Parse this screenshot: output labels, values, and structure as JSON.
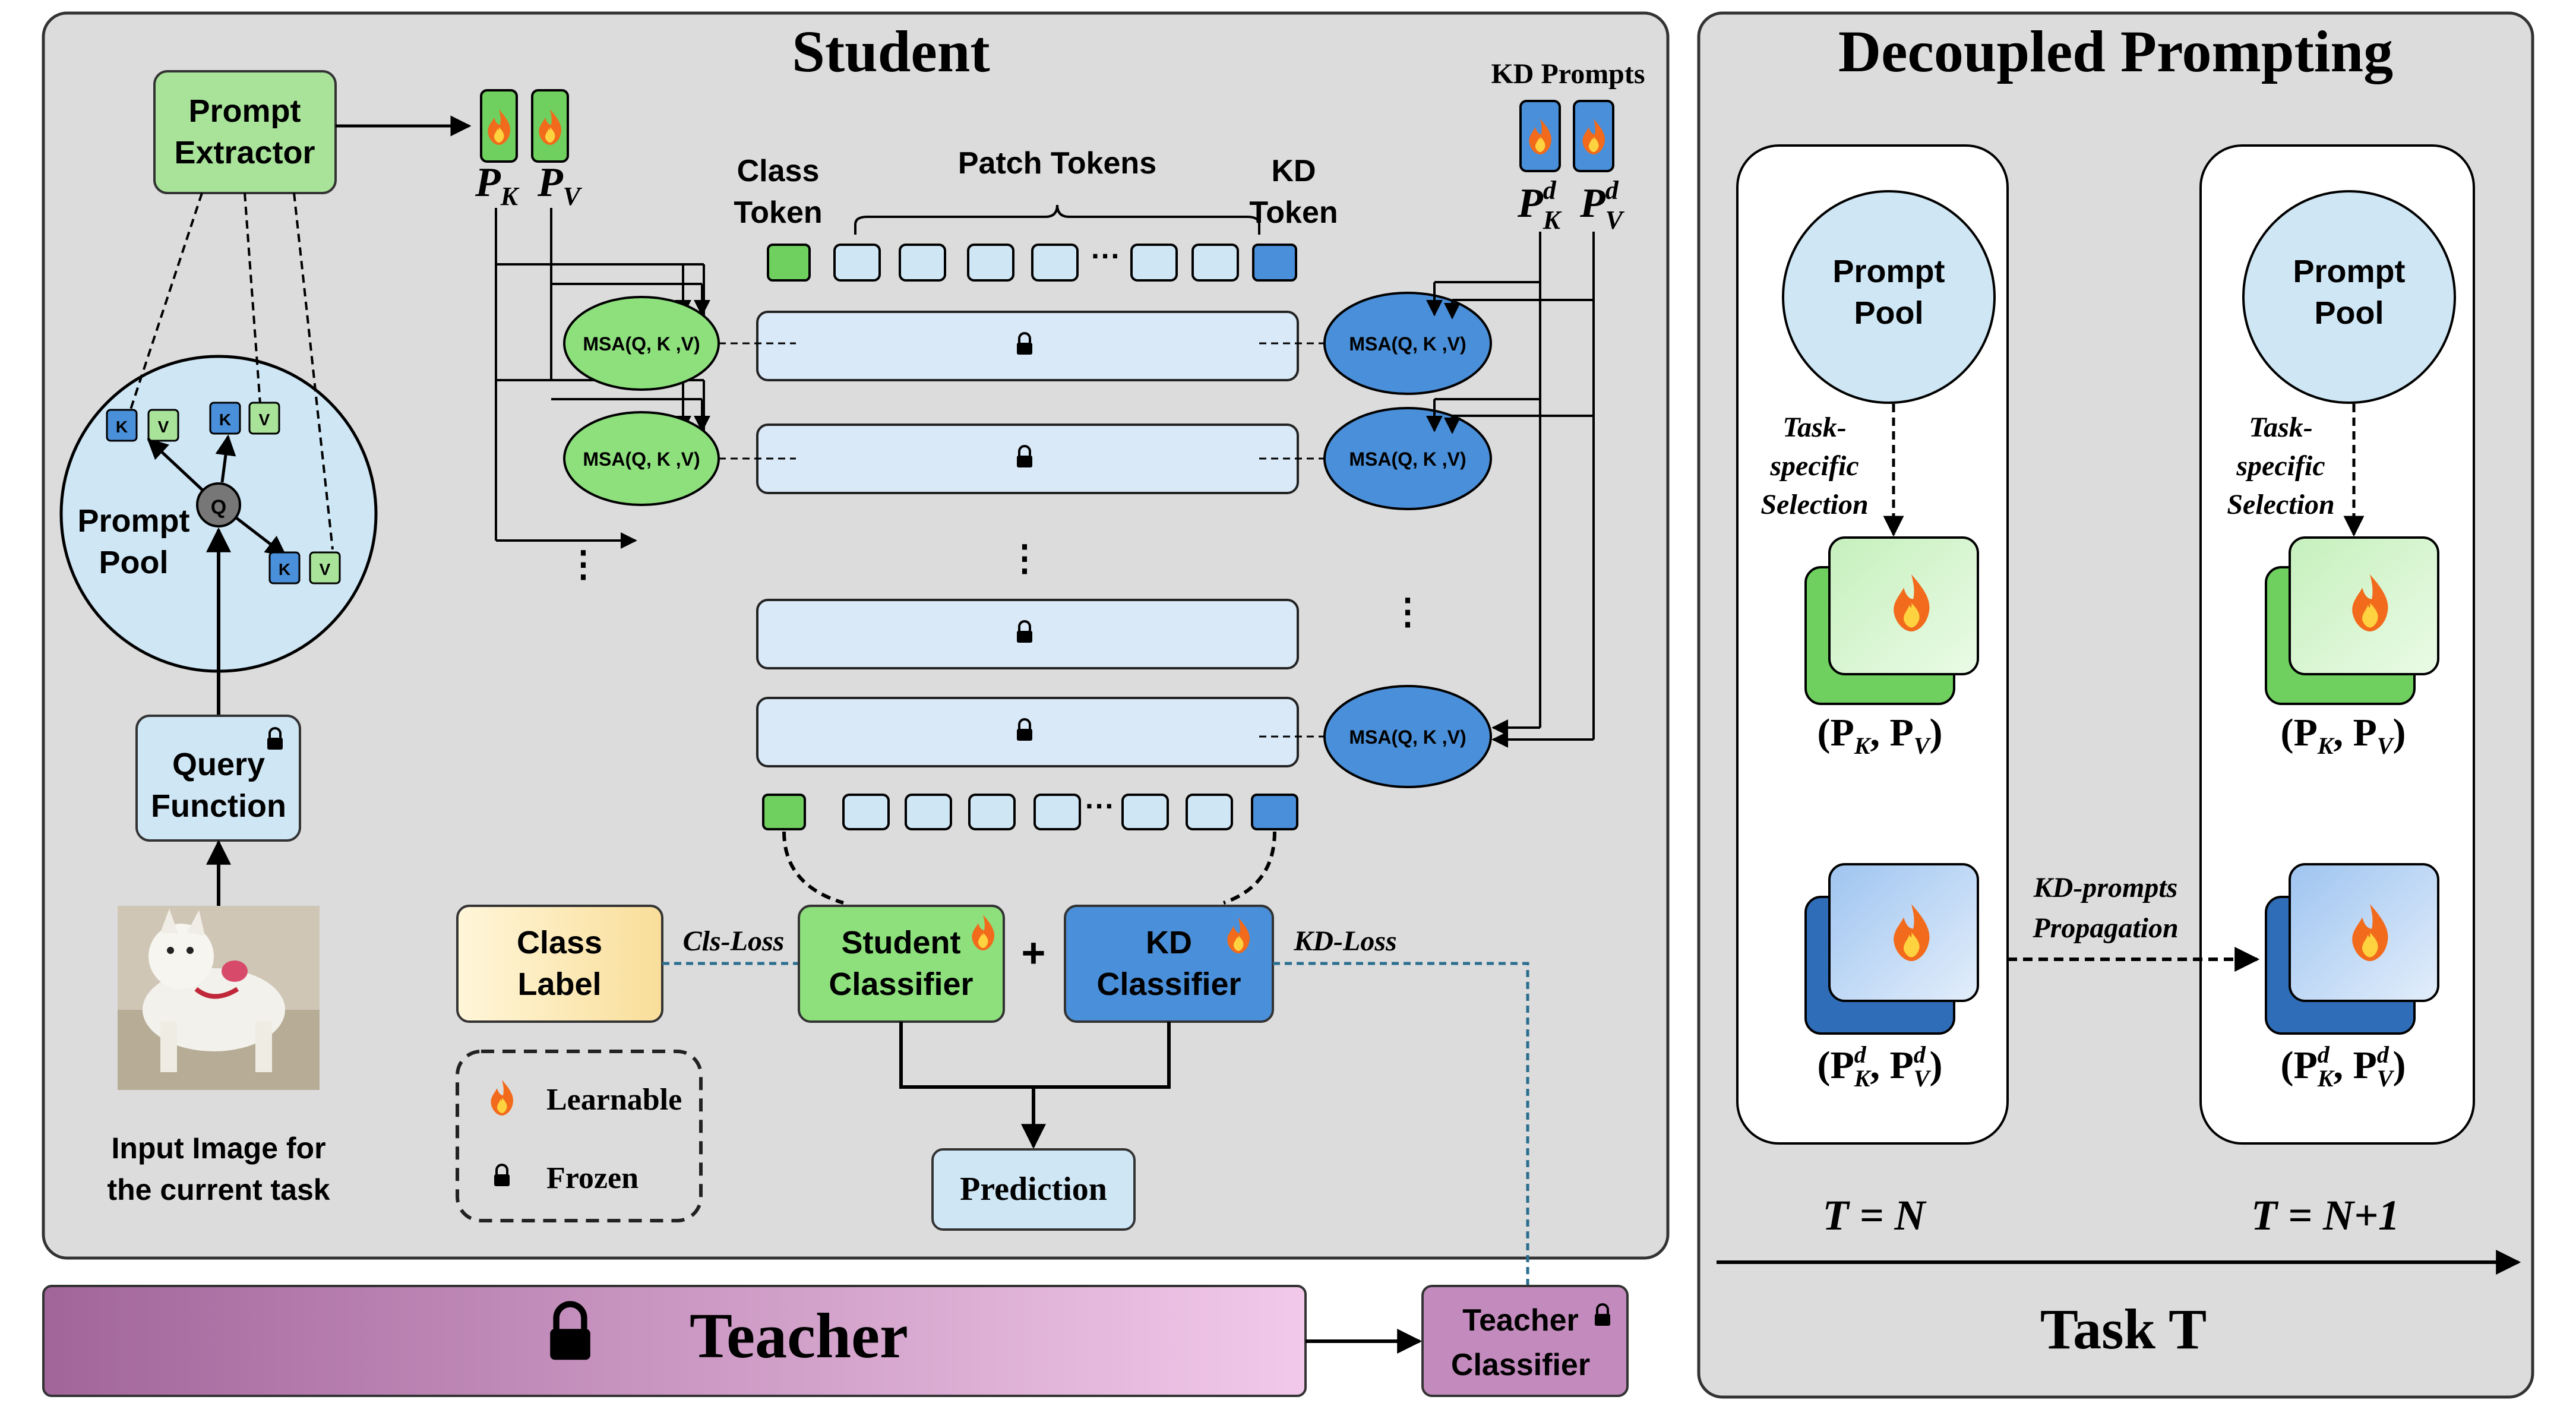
{
  "student": {
    "title": "Student"
  },
  "decoupled": {
    "title": "Decoupled Prompting",
    "task_axis_label": "Task T",
    "time_labels": [
      "T = N",
      "T = N+1"
    ]
  },
  "teacher": {
    "title": "Teacher",
    "classifier_line1": "Teacher",
    "classifier_line2": "Classifier"
  },
  "prompt_extractor": {
    "line1": "Prompt",
    "line2": "Extractor"
  },
  "prompt_pool_left": {
    "line1": "Prompt",
    "line2": "Pool",
    "query_node": "Q",
    "key": "K",
    "value": "V"
  },
  "query_function": {
    "line1": "Query",
    "line2": "Function"
  },
  "input_image_caption": {
    "line1": "Input Image for",
    "line2": "the current task"
  },
  "prompt_labels": {
    "pk": "P",
    "pk_sub": "K",
    "pv": "P",
    "pv_sub": "V",
    "kd_prompts": "KD Prompts",
    "d_sup": "d"
  },
  "tokens": {
    "class_token_line1": "Class",
    "class_token_line2": "Token",
    "patch_tokens": "Patch Tokens",
    "kd_token_line1": "KD",
    "kd_token_line2": "Token",
    "ellipsis": "···"
  },
  "msa_label": "MSA(Q, K ,V)",
  "class_label": {
    "line1": "Class",
    "line2": "Label"
  },
  "student_classifier": {
    "line1": "Student",
    "line2": "Classifier"
  },
  "kd_classifier": {
    "line1": "KD",
    "line2": "Classifier"
  },
  "plus": "+",
  "prediction": "Prediction",
  "losses": {
    "cls": "Cls-Loss",
    "kd": "KD-Loss"
  },
  "legend": {
    "learnable": "Learnable",
    "frozen": "Frozen"
  },
  "pools": [
    {
      "line1": "Prompt",
      "line2": "Pool",
      "selection": [
        "Task-",
        "specific",
        "Selection"
      ]
    },
    {
      "line1": "Prompt",
      "line2": "Pool",
      "selection": [
        "Task-",
        "specific",
        "Selection"
      ]
    }
  ],
  "propagation": {
    "line1": "KD-prompts",
    "line2": "Propagation"
  },
  "pair_labels": {
    "general": "(P",
    "k": "K",
    "v": "V"
  },
  "colors": {
    "panel_bg": "#dcdcdc",
    "light_green": "#a9e39a",
    "green": "#6fcf5f",
    "light_blue": "#cfe6f5",
    "kd_blue": "#4a8fd9",
    "dark_blue": "#2f6db8",
    "teacher_pink": "#d7a6cf",
    "label_yellow": "#fdebb7",
    "dashed_teal": "#2a6e8f"
  }
}
